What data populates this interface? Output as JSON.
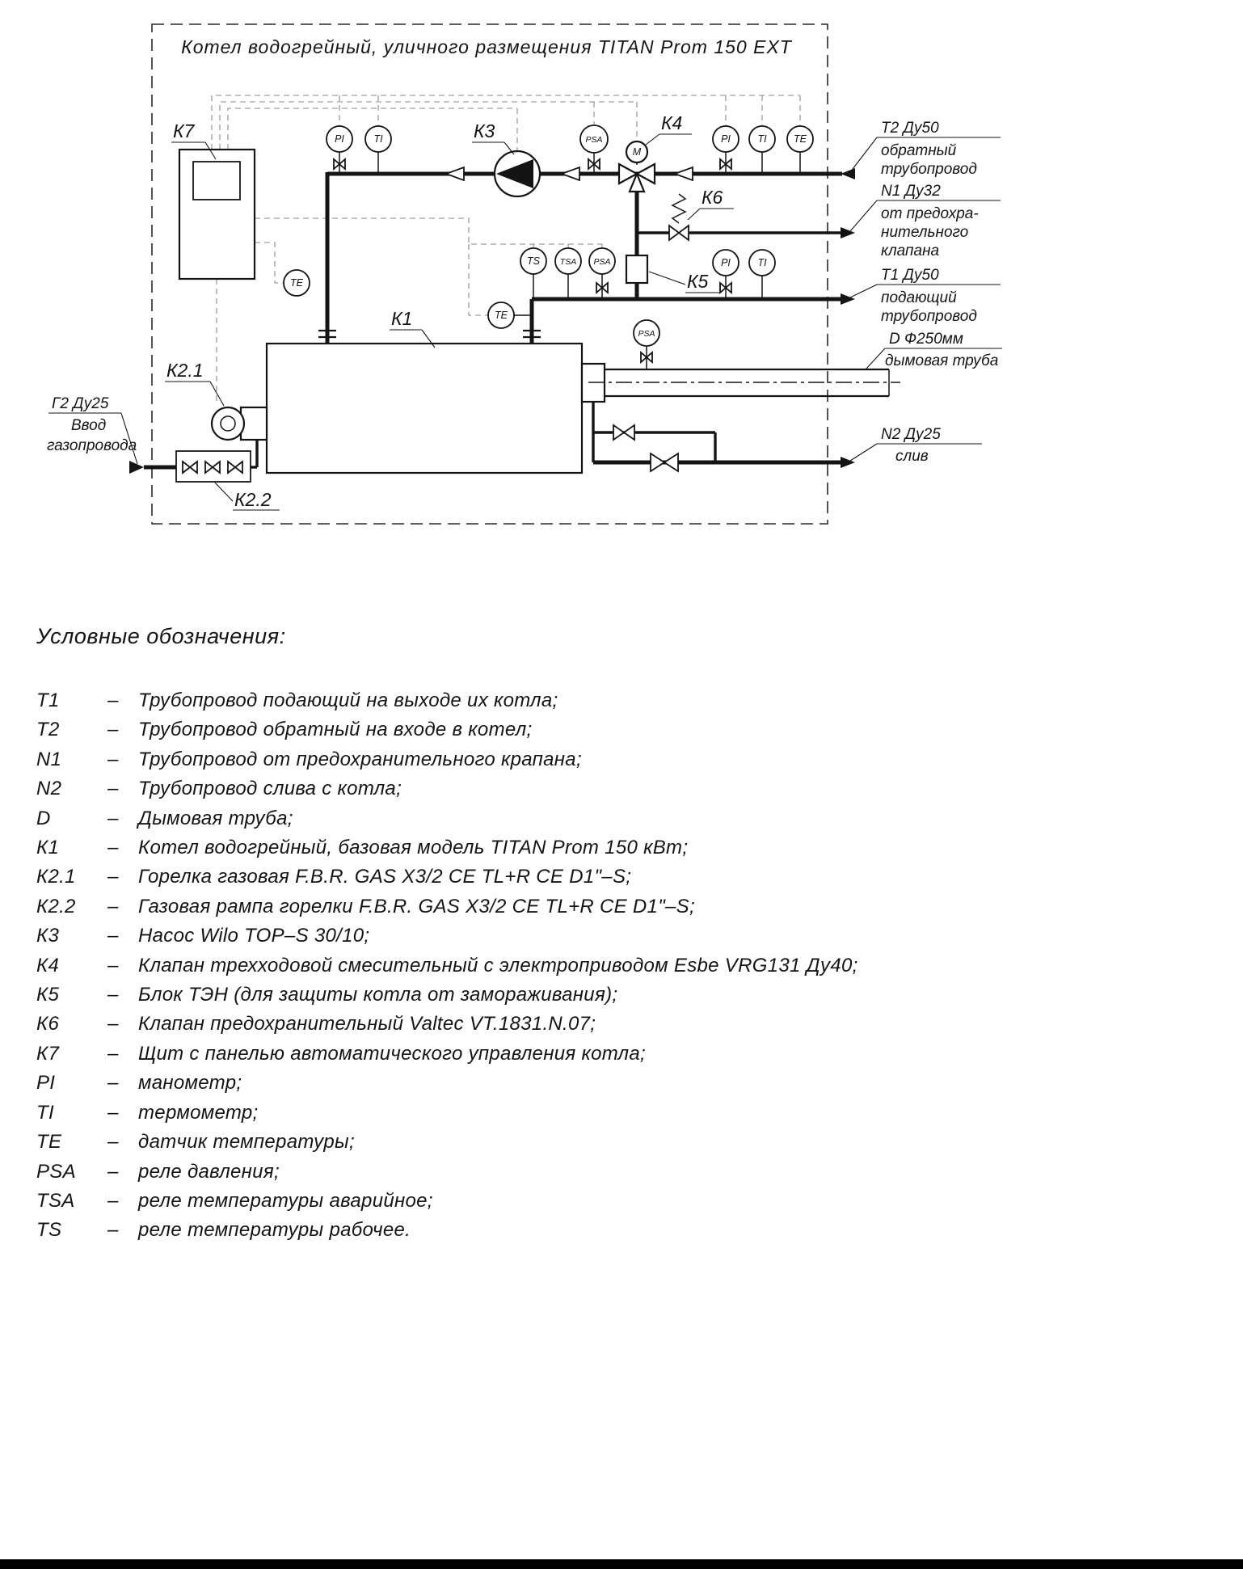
{
  "diagram": {
    "title": "Котел водогрейный, уличного размещения TITAN Prom 150 EXT",
    "labels": {
      "k7": "К7",
      "k3": "К3",
      "k4": "К4",
      "k6": "К6",
      "k5": "К5",
      "k1": "К1",
      "k2_1": "К2.1",
      "k2_2": "К2.2"
    },
    "instruments": {
      "pi": "PI",
      "ti": "TI",
      "te": "TE",
      "psa": "PSA",
      "tsa": "TSA",
      "ts": "TS",
      "m": "M"
    },
    "pipes": {
      "t2": {
        "l1": "Т2 Ду50",
        "l2": "обратный",
        "l3": "трубопровод"
      },
      "n1": {
        "l1": "N1 Ду32",
        "l2": "от предохра-",
        "l3": "нительного",
        "l4": "клапана"
      },
      "t1": {
        "l1": "Т1 Ду50",
        "l2": "подающий",
        "l3": "трубопровод"
      },
      "d": {
        "l1": "D Ф250мм",
        "l2": "дымовая труба"
      },
      "n2": {
        "l1": "N2 Ду25",
        "l2": "слив"
      },
      "g2": {
        "l1": "Г2 Ду25",
        "l2": "Ввод",
        "l3": "газопровода"
      }
    }
  },
  "legend": {
    "heading": "Условные обозначения:",
    "dash": "–",
    "items": [
      {
        "code": "Т1",
        "desc": "Трубопровод подающий на выходе их котла;"
      },
      {
        "code": "Т2",
        "desc": "Трубопровод обратный на входе в котел;"
      },
      {
        "code": "N1",
        "desc": "Трубопровод от предохранительного крапана;"
      },
      {
        "code": "N2",
        "desc": "Трубопровод слива с котла;"
      },
      {
        "code": "D",
        "desc": "Дымовая труба;"
      },
      {
        "code": "К1",
        "desc": "Котел водогрейный, базовая модель TITAN Prom 150 кВт;"
      },
      {
        "code": "К2.1",
        "desc": "Горелка газовая F.B.R. GAS X3/2 CE TL+R CE D1\"–S;"
      },
      {
        "code": "К2.2",
        "desc": "Газовая рампа горелки F.B.R. GAS X3/2 CE TL+R CE D1\"–S;"
      },
      {
        "code": "К3",
        "desc": "Насос Wilo TOP–S 30/10;"
      },
      {
        "code": "К4",
        "desc": "Клапан трехходовой смесительный с электроприводом Esbe VRG131 Ду40;"
      },
      {
        "code": "К5",
        "desc": "Блок ТЭН (для защиты котла от замораживания);"
      },
      {
        "code": "К6",
        "desc": "Клапан предохранительный Valtec VT.1831.N.07;"
      },
      {
        "code": "К7",
        "desc": "Щит с панелью автоматического управления котла;"
      },
      {
        "code": "PI",
        "desc": "манометр;"
      },
      {
        "code": "TI",
        "desc": "термометр;"
      },
      {
        "code": "TE",
        "desc": "датчик температуры;"
      },
      {
        "code": "PSA",
        "desc": "реле давления;"
      },
      {
        "code": "TSA",
        "desc": "реле температуры аварийное;"
      },
      {
        "code": "TS",
        "desc": "реле температуры рабочее."
      }
    ]
  }
}
